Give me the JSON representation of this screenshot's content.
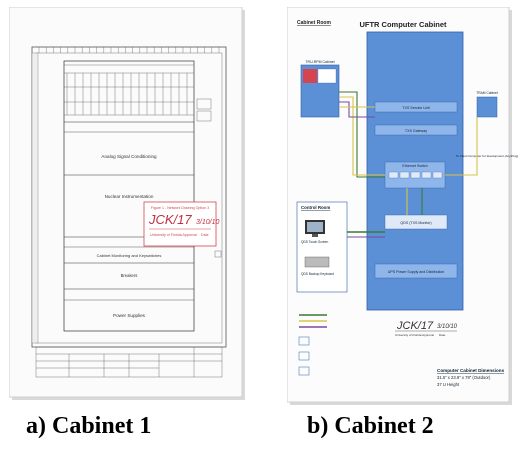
{
  "captions": {
    "a": "a) Cabinet 1",
    "b": "b) Cabinet 2"
  },
  "cabinet1": {
    "sections": [
      "Analog Signal Conditioning",
      "Nuclear Instrumentation",
      "Cabinet Monitoring and Keyswitches",
      "Breakers",
      "Power Supplies"
    ],
    "stamp": {
      "title": "Figure 1 - Network Drawing Option 3",
      "signature": "JCK/17",
      "date": "3/10/10",
      "org": "University of Florida Approval",
      "date_label": "Date"
    }
  },
  "cabinet2": {
    "title": "UFTR Computer Cabinet",
    "room_label": "Cabinet Room",
    "control_room_label": "Control Room",
    "box_labels": [
      "TRU-RPM Cabinet",
      "TXS Service Unit",
      "TXS Gateway",
      "Ethernet Switch",
      "QDS (TXS Monitor)",
      "UPS Power Supply and Distribution",
      "TRAM Cabinet",
      "To Client Computer for development (Anything)"
    ],
    "monitor_labels": [
      "QDS Touch Screen",
      "QDS Backup Keyboard"
    ],
    "stamp": {
      "signature": "JCK/17",
      "date": "3/10/10",
      "org": "University of Florida Approval",
      "date_label": "Date"
    },
    "dimensions_title": "Computer Cabinet Dimensions",
    "dimensions": "31.5\" x 23.9\" x 78\" (Outdoor)",
    "dimensions_height": "37 U Height"
  },
  "colors": {
    "blue_fill": "#5b8fd6",
    "blue_light": "#8fb6ea",
    "red_stamp": "#d4454f",
    "green_wire": "#3a7a32",
    "yellow_wire": "#d8c34a",
    "purple_wire": "#7a4aa0"
  }
}
